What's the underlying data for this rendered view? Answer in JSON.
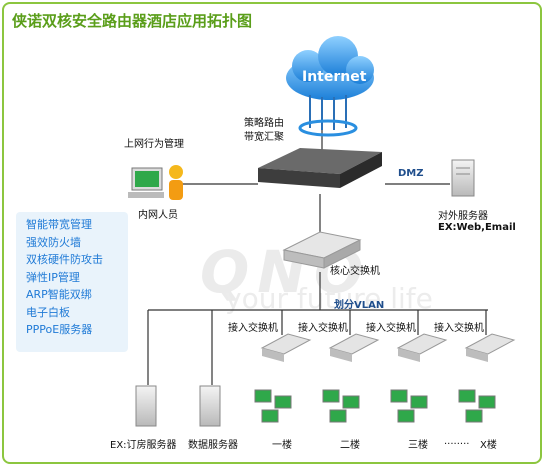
{
  "title": "侠诺双核安全路由器酒店应用拓扑图",
  "cloud_label": "Internet",
  "routing_label_1": "策略路由",
  "routing_label_2": "带宽汇聚",
  "behavior_label": "上网行为管理",
  "intranet_label": "内网人员",
  "dmz_label": "DMZ",
  "external_server_label": "对外服务器",
  "external_server_sub": "EX:Web,Email",
  "core_switch_label": "核心交换机",
  "vlan_label": "划分VLAN",
  "access_switch_label": "接入交换机",
  "features": [
    "智能带宽管理",
    "强效防火墙",
    "双核硬件防攻击",
    "弹性IP管理",
    "ARP智能双绑",
    "电子白板",
    "PPPoE服务器"
  ],
  "bottom_labels": {
    "booking": "EX:订房服务器",
    "data": "数据服务器",
    "floor1": "一楼",
    "floor2": "二楼",
    "floor3": "三楼",
    "dots": "........",
    "floorx": "X楼"
  },
  "watermark": {
    "logo": "QNO",
    "tagline": "your future life"
  },
  "colors": {
    "accent": "#8cc63f",
    "feature_text": "#1f7ad6",
    "cloud": "#2a8fe0",
    "line": "#333333"
  }
}
